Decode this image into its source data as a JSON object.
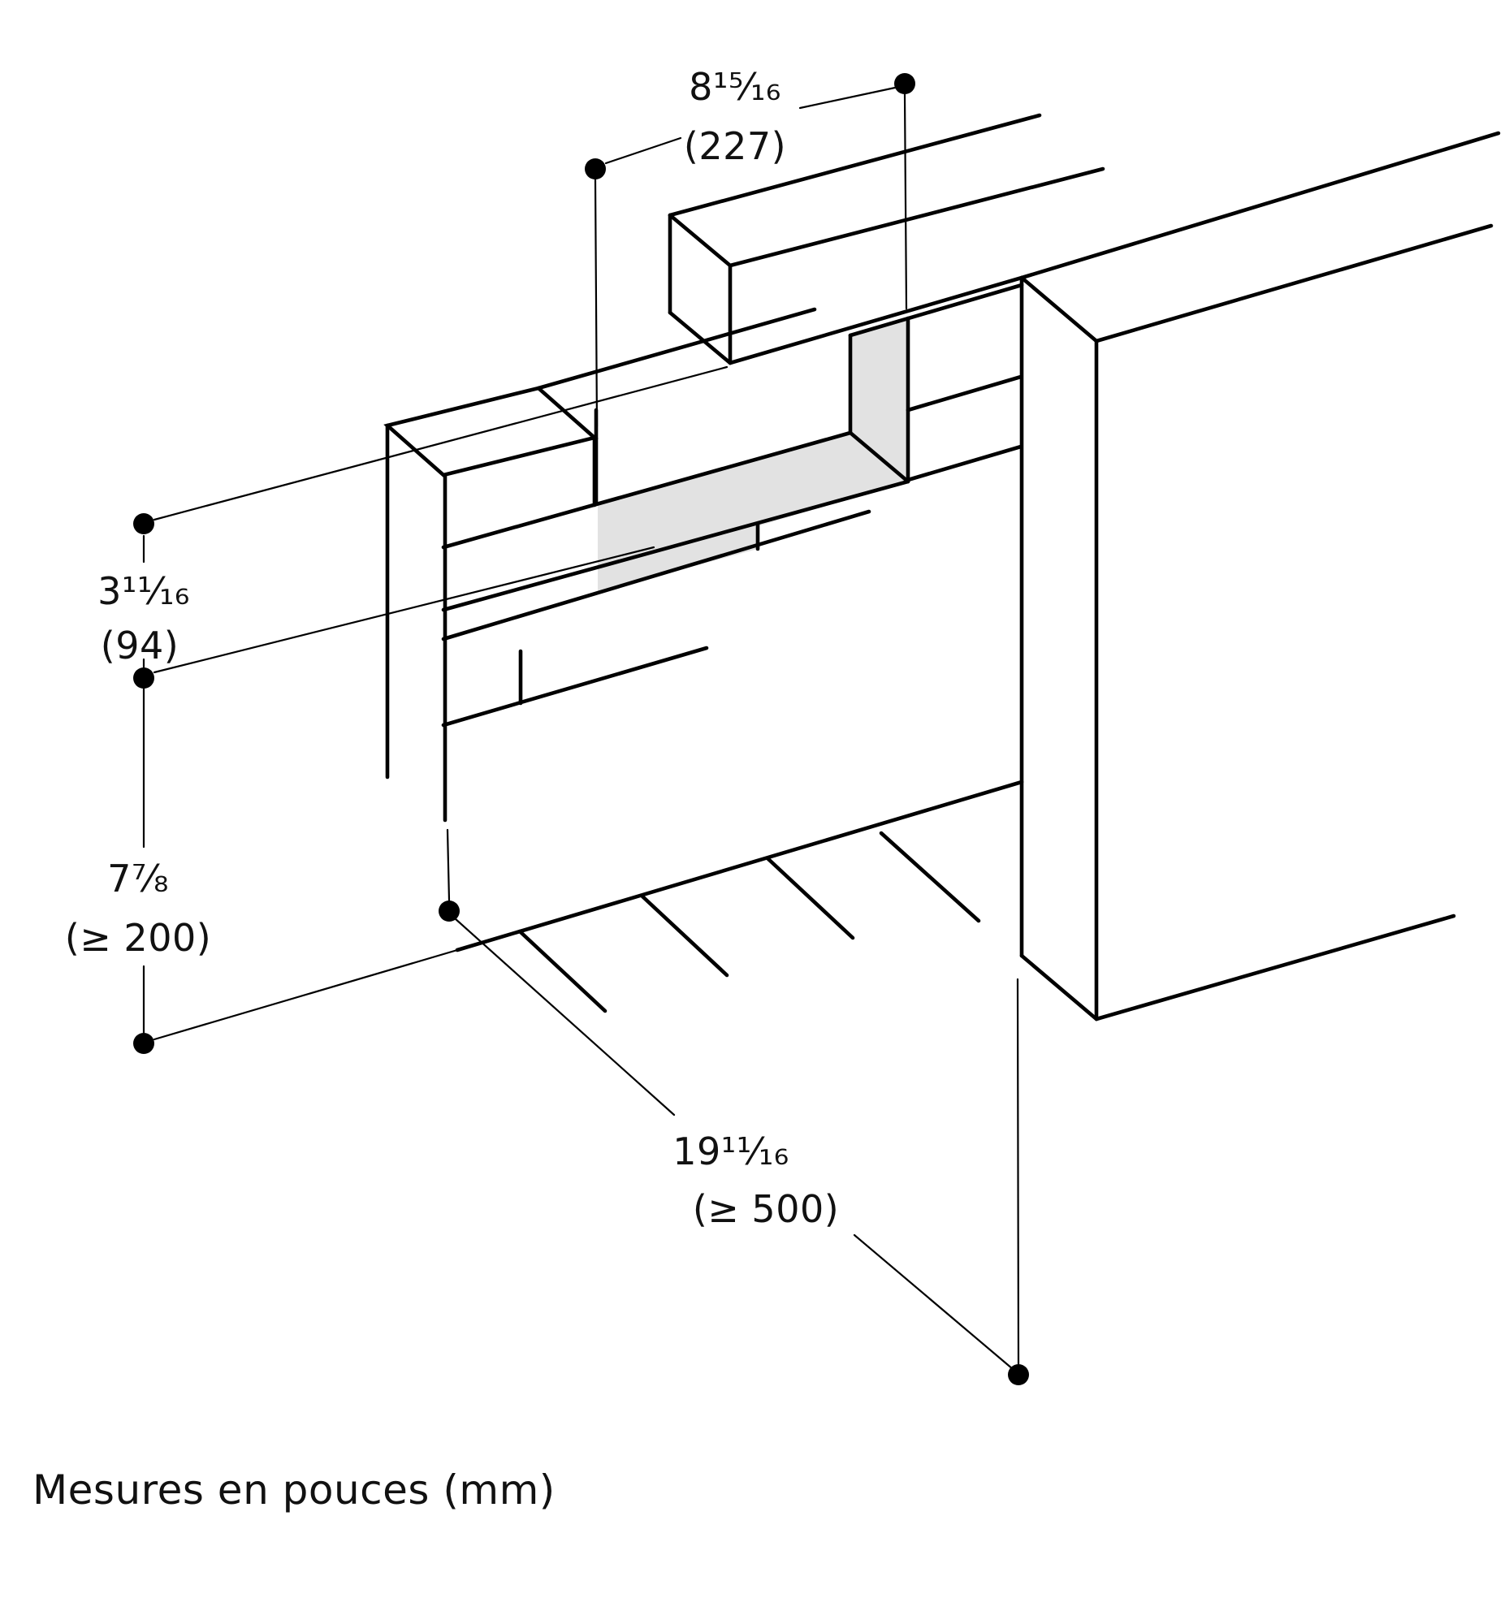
{
  "figure": {
    "kind": "appliance-installation-drawing",
    "units_note": "inches (mm)"
  },
  "colors": {
    "line": "#000000",
    "shade": "#e2e2e2",
    "text": "#111111",
    "background": "#ffffff"
  },
  "dimensions": {
    "duct_width": {
      "inches": "8¹⁵⁄₁₆",
      "mm": "(227)"
    },
    "recess_depth": {
      "inches": "3¹¹⁄₁₆",
      "mm": "(94)"
    },
    "clearance_height": {
      "inches": "7⁷⁄₈",
      "mm": "(≥ 200)"
    },
    "min_depth": {
      "inches": "19¹¹⁄₁₆",
      "mm": "(≥ 500)"
    }
  },
  "caption": "Mesures en pouces (mm)"
}
